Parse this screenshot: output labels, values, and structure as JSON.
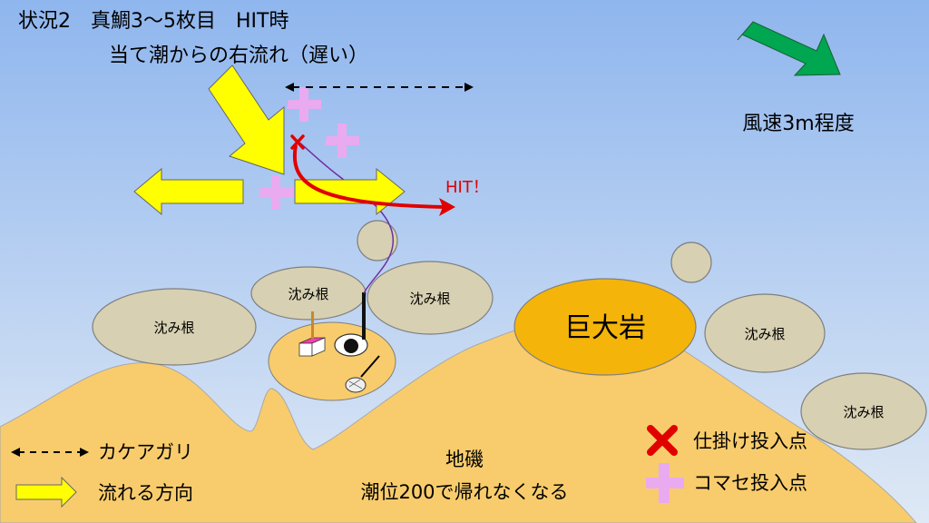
{
  "title": {
    "line1": "状況2　真鯛3～5枚目　HIT時",
    "line2": "当て潮からの右流れ（遅い）"
  },
  "wind": {
    "label": "風速3m程度"
  },
  "hit_label": "HIT！",
  "rocks": {
    "giant": "巨大岩",
    "sunken": [
      "沈み根",
      "沈み根",
      "沈み根",
      "沈み根",
      "沈み根"
    ]
  },
  "shore": {
    "name": "地磯",
    "note": "潮位200で帰れなくなる"
  },
  "legend": {
    "dropoff": "カケアガリ",
    "current": "流れる方向",
    "rig_point": "仕掛け投入点",
    "chum_point": "コマセ投入点"
  },
  "colors": {
    "sky_top": "#8fb6ee",
    "sky_bottom": "#d9e6f4",
    "sand": "#f8cc6c",
    "rock": "#d7d0b2",
    "giant_rock": "#f4b40a",
    "current_arrow": "#ffff00",
    "wind_arrow": "#00a650",
    "hit_line": "#e00000",
    "chum_cross": "#eaaaf0",
    "line": "#7030a0"
  }
}
